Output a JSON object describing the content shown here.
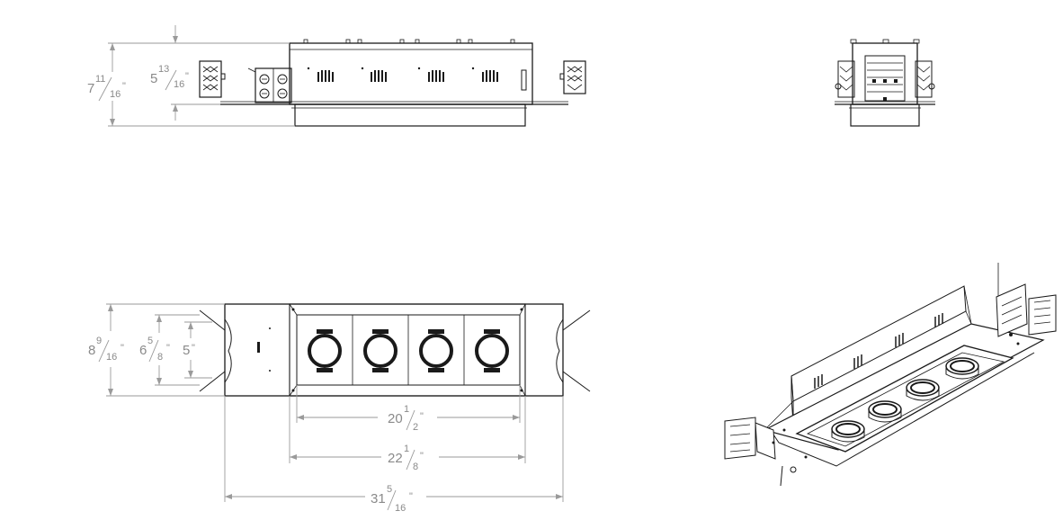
{
  "dimensions": {
    "side_overall_height": {
      "whole": "7",
      "num": "11",
      "den": "16",
      "unit": "\""
    },
    "side_box_height": {
      "whole": "5",
      "num": "13",
      "den": "16",
      "unit": "\""
    },
    "plan_overall_width": {
      "whole": "8",
      "num": "9",
      "den": "16",
      "unit": "\""
    },
    "plan_frame_width": {
      "whole": "6",
      "num": "5",
      "den": "8",
      "unit": "\""
    },
    "plan_aperture_width": {
      "whole": "5",
      "num": "",
      "den": "",
      "unit": "\""
    },
    "plan_aperture_length": {
      "whole": "20",
      "num": "1",
      "den": "2",
      "unit": "\""
    },
    "plan_frame_length": {
      "whole": "22",
      "num": "1",
      "den": "8",
      "unit": "\""
    },
    "plan_overall_length": {
      "whole": "31",
      "num": "5",
      "den": "16",
      "unit": "\""
    }
  },
  "views": {
    "side_view": {
      "vent_groups": 4
    },
    "end_view": {},
    "plan_view": {
      "lamp_modules": 4
    },
    "isometric_view": {
      "lamp_modules": 4
    }
  }
}
